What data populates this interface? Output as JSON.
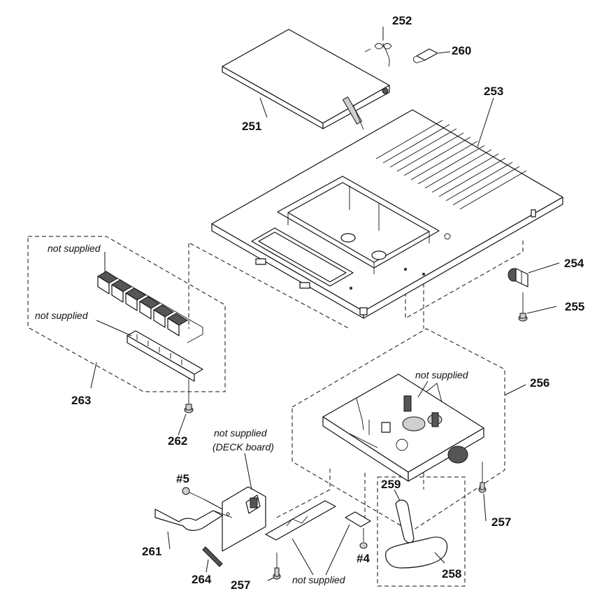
{
  "parts": {
    "p251": "251",
    "p252": "252",
    "p253": "253",
    "p254": "254",
    "p255": "255",
    "p256": "256",
    "p257a": "257",
    "p257b": "257",
    "p258": "258",
    "p259": "259",
    "p260": "260",
    "p261": "261",
    "p262": "262",
    "p263": "263",
    "p264": "264",
    "s4": "#4",
    "s5": "#5"
  },
  "notes": {
    "ns_buttons": "not supplied",
    "ns_bracket": "not supplied",
    "ns_mechanism": "not supplied",
    "ns_deck_line1": "not supplied",
    "ns_deck_line2": "(DECK board)",
    "ns_plate": "not supplied"
  }
}
